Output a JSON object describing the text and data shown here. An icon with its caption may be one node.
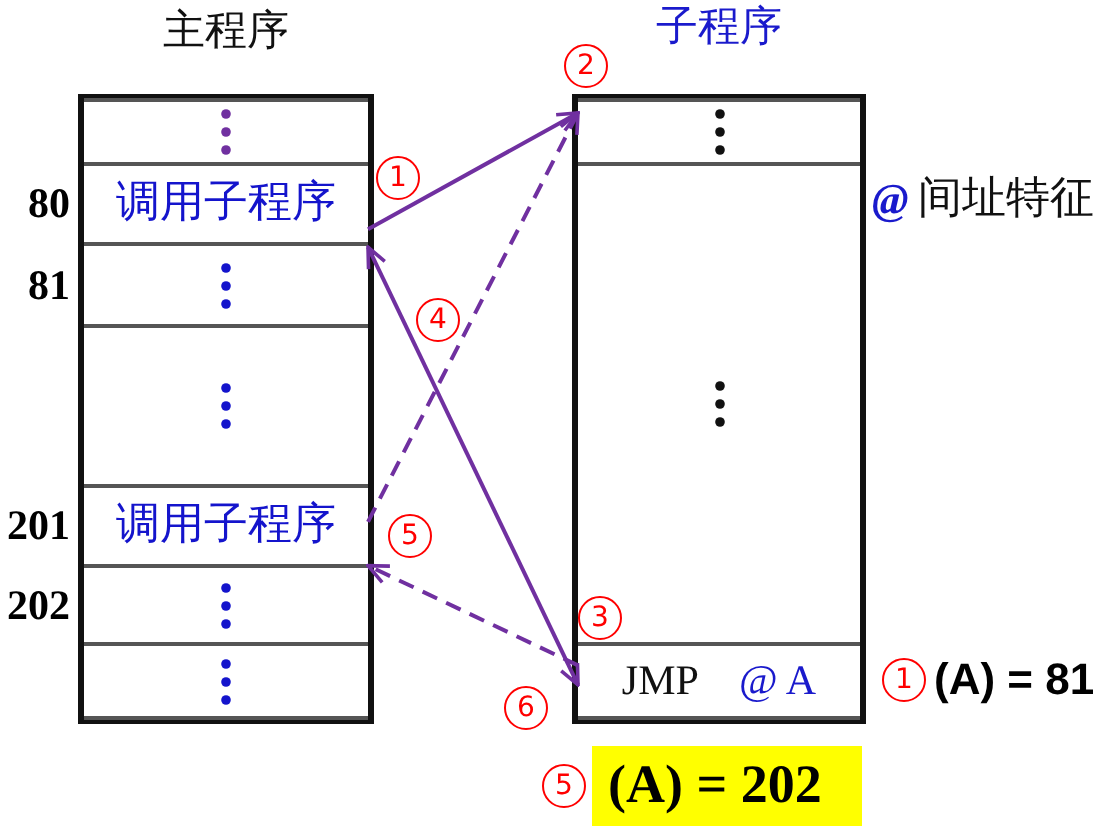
{
  "diagram": {
    "nodes": [
      {
        "text": [
          "主程序"
        ]
      },
      {
        "text": [],
        "shape": "box",
        "in": 0
      },
      {
        "text": [
          "调用子程序"
        ],
        "in": 0,
        "beside": [
          "80"
        ]
      },
      {
        "text": [],
        "shape": "box",
        "in": 0,
        "beside": [
          "81"
        ]
      },
      {
        "text": [],
        "shape": "box",
        "in": 0
      },
      {
        "text": [
          "调用子程序"
        ],
        "in": 0,
        "beside": [
          "201"
        ]
      },
      {
        "text": [],
        "shape": "box",
        "in": 0,
        "beside": [
          "202"
        ]
      },
      {
        "text": [],
        "shape": "box",
        "in": 0
      },
      {
        "text": [
          "子程序"
        ]
      },
      {
        "text": [],
        "shape": "box",
        "in": 8
      },
      {
        "text": [],
        "shape": "box",
        "in": 8
      },
      {
        "text": [
          "JMP",
          "@ A"
        ],
        "in": 8
      }
    ],
    "edges": [
      {
        "from": 2,
        "to": 9,
        "arrow": "to"
      },
      {
        "from": 5,
        "to": 9,
        "arrow": "to",
        "style": "dashed"
      },
      {
        "from": 11,
        "to": 3,
        "arrow": "both"
      },
      {
        "from": 11,
        "to": 6,
        "arrow": "to",
        "style": "dashed"
      }
    ],
    "labels": [
      "2",
      "1",
      "@",
      "间址特征",
      "4",
      "5",
      "3",
      "1",
      "(A) = 81",
      "6",
      "5",
      "(A) = 202"
    ]
  }
}
